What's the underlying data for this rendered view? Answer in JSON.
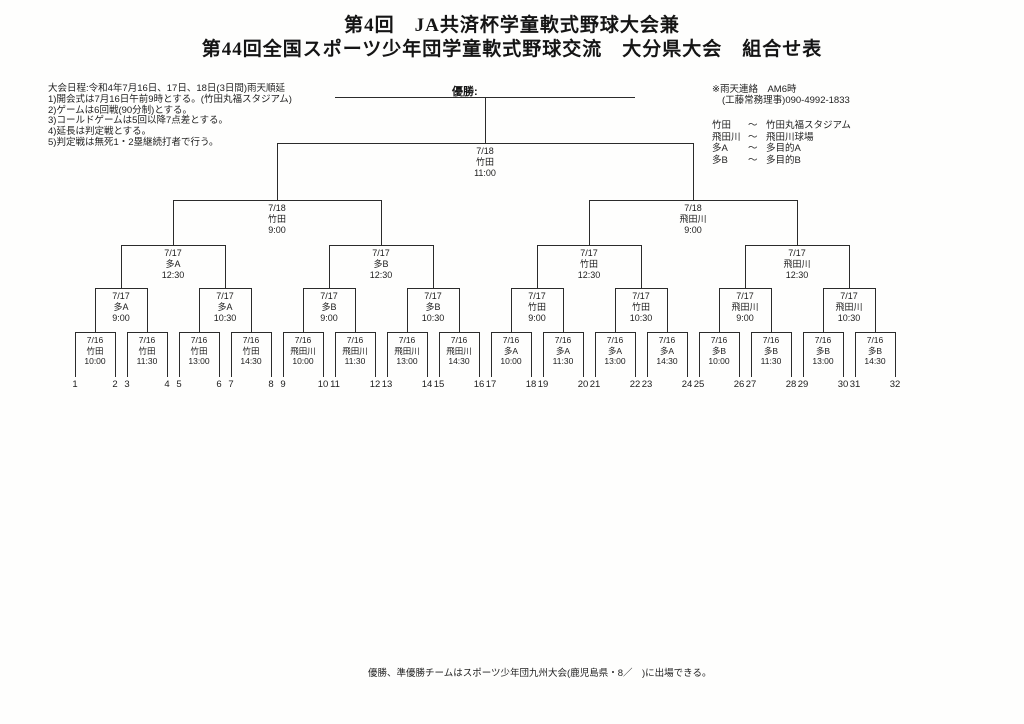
{
  "title": {
    "line1": "第4回　JA共済杯学童軟式野球大会兼",
    "line2": "第44回全国スポーツ少年団学童軟式野球交流　大分県大会　組合せ表"
  },
  "notes": {
    "heading": "大会日程:令和4年7月16日、17日、18日(3日間)雨天順延",
    "items": [
      "1)開会式は7月16日午前9時とする。(竹田丸福スタジアム)",
      "2)ゲームは6回戦(90分制)とする。",
      "3)コールドゲームは5回以降7点差とする。",
      "4)延長は判定戦とする。",
      "5)判定戦は無死1・2塁継続打者で行う。"
    ]
  },
  "contact": {
    "line1": "※雨天連絡　AM6時",
    "line2": "(工藤常務理事)090-4992-1833"
  },
  "legend": {
    "separator": "～",
    "items": [
      {
        "abbr": "竹田",
        "name": "竹田丸福スタジアム"
      },
      {
        "abbr": "飛田川",
        "name": "飛田川球場"
      },
      {
        "abbr": "多A",
        "name": "多目的A"
      },
      {
        "abbr": "多B",
        "name": "多目的B"
      }
    ]
  },
  "champion_label": "優勝:",
  "footer": "優勝、準優勝チームはスポーツ少年団九州大会(鹿児島県・8／　)に出場できる。",
  "bracket": {
    "final": {
      "date": "7/18",
      "venue": "竹田",
      "time": "11:00"
    },
    "semifinals": [
      {
        "date": "7/18",
        "venue": "竹田",
        "time": "9:00"
      },
      {
        "date": "7/18",
        "venue": "飛田川",
        "time": "9:00"
      }
    ],
    "quarterfinals": [
      {
        "date": "7/17",
        "venue": "多A",
        "time": "12:30"
      },
      {
        "date": "7/17",
        "venue": "多B",
        "time": "12:30"
      },
      {
        "date": "7/17",
        "venue": "竹田",
        "time": "12:30"
      },
      {
        "date": "7/17",
        "venue": "飛田川",
        "time": "12:30"
      }
    ],
    "round2": [
      {
        "date": "7/17",
        "venue": "多A",
        "time": "9:00"
      },
      {
        "date": "7/17",
        "venue": "多A",
        "time": "10:30"
      },
      {
        "date": "7/17",
        "venue": "多B",
        "time": "9:00"
      },
      {
        "date": "7/17",
        "venue": "多B",
        "time": "10:30"
      },
      {
        "date": "7/17",
        "venue": "竹田",
        "time": "9:00"
      },
      {
        "date": "7/17",
        "venue": "竹田",
        "time": "10:30"
      },
      {
        "date": "7/17",
        "venue": "飛田川",
        "time": "9:00"
      },
      {
        "date": "7/17",
        "venue": "飛田川",
        "time": "10:30"
      }
    ],
    "round1": [
      {
        "date": "7/16",
        "venue": "竹田",
        "time": "10:00"
      },
      {
        "date": "7/16",
        "venue": "竹田",
        "time": "11:30"
      },
      {
        "date": "7/16",
        "venue": "竹田",
        "time": "13:00"
      },
      {
        "date": "7/16",
        "venue": "竹田",
        "time": "14:30"
      },
      {
        "date": "7/16",
        "venue": "飛田川",
        "time": "10:00"
      },
      {
        "date": "7/16",
        "venue": "飛田川",
        "time": "11:30"
      },
      {
        "date": "7/16",
        "venue": "飛田川",
        "time": "13:00"
      },
      {
        "date": "7/16",
        "venue": "飛田川",
        "time": "14:30"
      },
      {
        "date": "7/16",
        "venue": "多A",
        "time": "10:00"
      },
      {
        "date": "7/16",
        "venue": "多A",
        "time": "11:30"
      },
      {
        "date": "7/16",
        "venue": "多A",
        "time": "13:00"
      },
      {
        "date": "7/16",
        "venue": "多A",
        "time": "14:30"
      },
      {
        "date": "7/16",
        "venue": "多B",
        "time": "10:00"
      },
      {
        "date": "7/16",
        "venue": "多B",
        "time": "11:30"
      },
      {
        "date": "7/16",
        "venue": "多B",
        "time": "13:00"
      },
      {
        "date": "7/16",
        "venue": "多B",
        "time": "14:30"
      }
    ],
    "slots": [
      1,
      2,
      3,
      4,
      5,
      6,
      7,
      8,
      9,
      10,
      11,
      12,
      13,
      14,
      15,
      16,
      17,
      18,
      19,
      20,
      21,
      22,
      23,
      24,
      25,
      26,
      27,
      28,
      29,
      30,
      31,
      32
    ]
  }
}
